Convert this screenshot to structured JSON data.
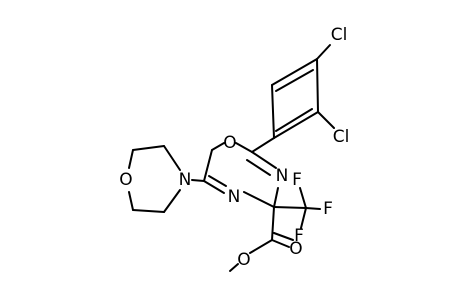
{
  "molecule": {
    "atoms": {
      "cl_para": "Cl",
      "cl_ortho": "Cl",
      "ring_oxygen": "O",
      "ring_n_right": "N",
      "ring_n_left": "N",
      "morpholine_n": "N",
      "morpholine_o": "O",
      "fluorine_1": "F",
      "fluorine_2": "F",
      "fluorine_3": "F",
      "ester_carbonyl_o": "O",
      "ester_ether_o": "O"
    }
  }
}
